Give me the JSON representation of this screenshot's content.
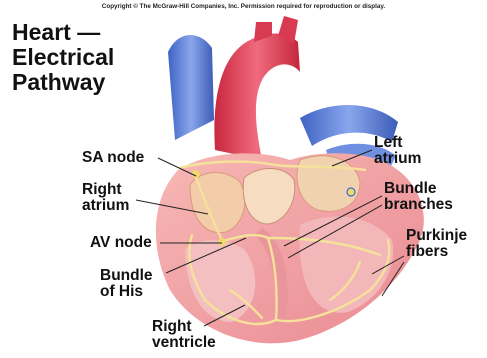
{
  "copyright": "Copyright © The McGraw-Hill Companies, Inc. Permission required for reproduction or display.",
  "title": [
    "Heart —",
    "Electrical",
    "Pathway"
  ],
  "labels": {
    "sa_node": "SA node",
    "right_atrium": "Right\natrium",
    "av_node": "AV node",
    "bundle_of_his": "Bundle\nof His",
    "right_ventricle": "Right\nventricle",
    "left_atrium": "Left\natrium",
    "bundle_branches": "Bundle\nbranches",
    "purkinje_fibers": "Purkinje\nfibers"
  },
  "colors": {
    "vein_blue": "#5b7fd6",
    "artery_red": "#e0405a",
    "muscle_pink": "#f2a7a9",
    "tissue_cream": "#f3d6b5",
    "pathway_yellow": "#f5e29a",
    "leader_line": "#222222"
  }
}
